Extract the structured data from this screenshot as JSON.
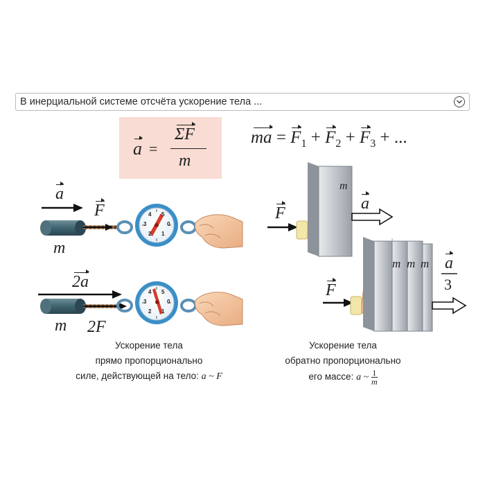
{
  "dropdown": {
    "text": "В инерциальной системе отсчёта ускорение тела ..."
  },
  "formula_box": {
    "lhs": "a",
    "eq": "=",
    "numerator": "ΣF",
    "denominator": "m"
  },
  "formula_right": {
    "lhs": "ma",
    "eq": "=",
    "terms": [
      {
        "base": "F",
        "sub": "1"
      },
      {
        "base": "F",
        "sub": "2"
      },
      {
        "base": "F",
        "sub": "3"
      }
    ],
    "plus": "+",
    "tail": "+ ..."
  },
  "left_diagram": {
    "row1": {
      "accel": "a",
      "force": "F",
      "mass": "m"
    },
    "row2": {
      "accel": "2a",
      "force": "2F",
      "mass": "m"
    },
    "dial_numbers": [
      "4",
      "5",
      "3",
      "0",
      "2",
      "1"
    ],
    "caption_line1": "Ускорение тела",
    "caption_line2": "прямо пропорционально",
    "caption_line3": "силе, действующей на тело:",
    "relation": "a ~ F"
  },
  "right_diagram": {
    "top": {
      "force": "F",
      "mass": "m",
      "accel": "a"
    },
    "bottom": {
      "force": "F",
      "masses": [
        "m",
        "m",
        "m"
      ],
      "accel_num": "a",
      "accel_den": "3"
    },
    "caption_line1": "Ускорение тела",
    "caption_line2": "обратно пропорционально",
    "caption_line3": "его массе:",
    "relation_lhs": "a ~",
    "relation_num": "1",
    "relation_den": "m"
  },
  "colors": {
    "formula_bg": "#f9dcd3",
    "puck": "#3f6370",
    "dial_rim": "#3a8fc7",
    "needle": "#d93b2b",
    "hand": "#f4c7a0",
    "panel": "#c8ccd2",
    "arrow": "#111111"
  }
}
